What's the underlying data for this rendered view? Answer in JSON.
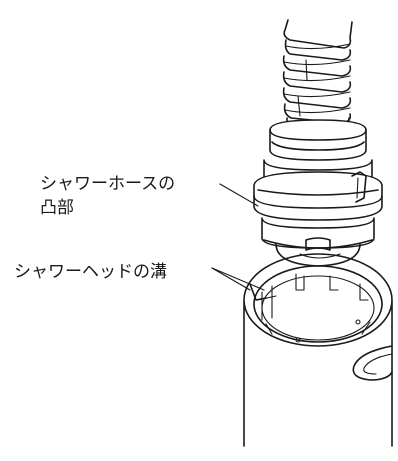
{
  "figure": {
    "background": "#ffffff",
    "line_color": "#1a1a1a"
  },
  "labels": {
    "hose_protrusion_line1": "シャワーホースの",
    "hose_protrusion_line2": "凸部",
    "head_groove": "シャワーヘッドの溝"
  }
}
